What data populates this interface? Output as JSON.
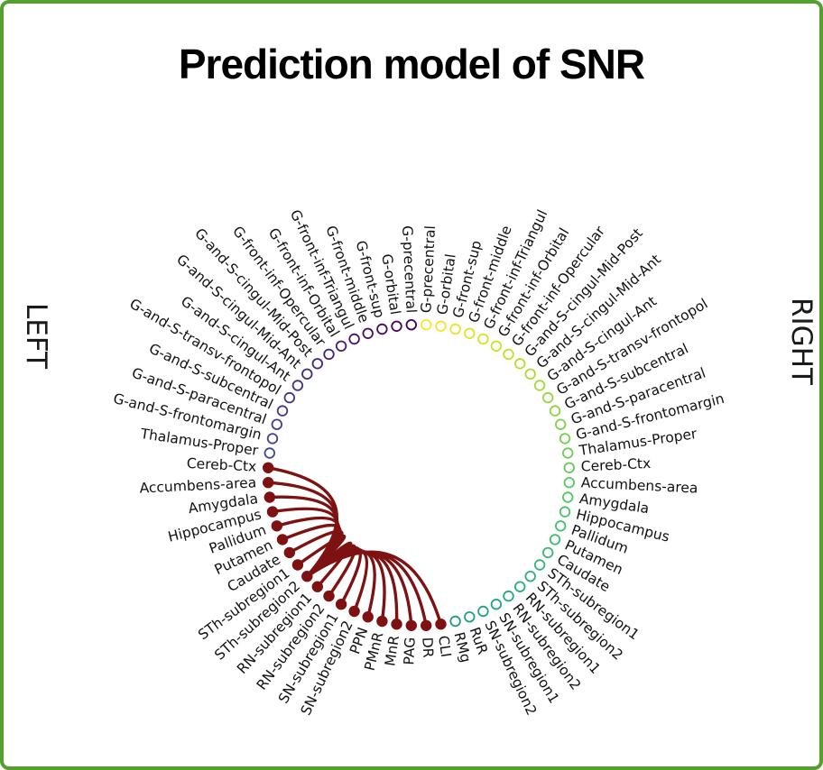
{
  "title": "Prediction model of SNR",
  "side_labels": {
    "left": "LEFT",
    "right": "RIGHT"
  },
  "colors": {
    "frame_border": "#55a02c",
    "label_text": "#111111",
    "title_text": "#000000"
  },
  "chart_data": {
    "type": "circular-connectogram",
    "title": "Prediction model of SNR",
    "legend_left": "LEFT",
    "legend_right": "RIGHT",
    "left_regions": [
      "G-precentral",
      "G-orbital",
      "G-front-sup",
      "G-front-middle",
      "G-front-inf-Triangul",
      "G-front-inf-Orbital",
      "G-front-inf-Opercular",
      "G-and-S-cingul-Mid-Post",
      "G-and-S-cingul-Mid-Ant",
      "G-and-S-cingul-Ant",
      "G-and-S-transv-frontopol",
      "G-and-S-subcentral",
      "G-and-S-paracentral",
      "G-and-S-frontomargin",
      "Thalamus-Proper",
      "Cereb-Ctx",
      "Accumbens-area",
      "Amygdala",
      "Hippocampus",
      "Pallidum",
      "Putamen",
      "Caudate",
      "STh-subregion1",
      "STh-subregion2",
      "RN-subregion1",
      "RN-subregion2",
      "SN-subregion1",
      "SN-subregion2"
    ],
    "midline_regions": [
      "PPN",
      "PMnR",
      "MnR",
      "PAG",
      "DR",
      "CLI",
      "RMg",
      "RuR"
    ],
    "right_regions": [
      "G-precentral",
      "G-orbital",
      "G-front-sup",
      "G-front-middle",
      "G-front-inf-Triangul",
      "G-front-inf-Orbital",
      "G-front-inf-Opercular",
      "G-and-S-cingul-Mid-Post",
      "G-and-S-cingul-Mid-Ant",
      "G-and-S-cingul-Ant",
      "G-and-S-transv-frontopol",
      "G-and-S-subcentral",
      "G-and-S-paracentral",
      "G-and-S-frontomargin",
      "Thalamus-Proper",
      "Cereb-Ctx",
      "Accumbens-area",
      "Amygdala",
      "Hippocampus",
      "Pallidum",
      "Putamen",
      "Caudate",
      "STh-subregion1",
      "STh-subregion2",
      "RN-subregion1",
      "RN-subregion2",
      "SN-subregion1",
      "SN-subregion2"
    ],
    "hub": {
      "hemisphere": "left",
      "region": "STh-subregion2"
    },
    "connections": [
      {
        "hemisphere": "left",
        "region": "Cereb-Ctx"
      },
      {
        "hemisphere": "left",
        "region": "Accumbens-area"
      },
      {
        "hemisphere": "left",
        "region": "Amygdala"
      },
      {
        "hemisphere": "left",
        "region": "Hippocampus"
      },
      {
        "hemisphere": "left",
        "region": "Pallidum"
      },
      {
        "hemisphere": "left",
        "region": "Putamen"
      },
      {
        "hemisphere": "left",
        "region": "Caudate"
      },
      {
        "hemisphere": "left",
        "region": "STh-subregion1"
      },
      {
        "hemisphere": "left",
        "region": "RN-subregion1"
      },
      {
        "hemisphere": "left",
        "region": "RN-subregion2"
      },
      {
        "hemisphere": "left",
        "region": "SN-subregion1"
      },
      {
        "hemisphere": "left",
        "region": "SN-subregion2"
      },
      {
        "hemisphere": "midline",
        "region": "PPN"
      },
      {
        "hemisphere": "midline",
        "region": "PMnR"
      },
      {
        "hemisphere": "midline",
        "region": "MnR"
      },
      {
        "hemisphere": "midline",
        "region": "PAG"
      },
      {
        "hemisphere": "midline",
        "region": "DR"
      },
      {
        "hemisphere": "midline",
        "region": "CLI"
      }
    ],
    "connection_color": "#7e1212",
    "node_colormap": [
      "#440154",
      "#482475",
      "#414487",
      "#355f8d",
      "#2a788e",
      "#21918c",
      "#22a884",
      "#44bf70",
      "#7ad151",
      "#bddf26",
      "#fde725"
    ],
    "layout": {
      "start": "top",
      "left_hemisphere_direction": "counterclockwise",
      "legend_position": "sides"
    }
  }
}
